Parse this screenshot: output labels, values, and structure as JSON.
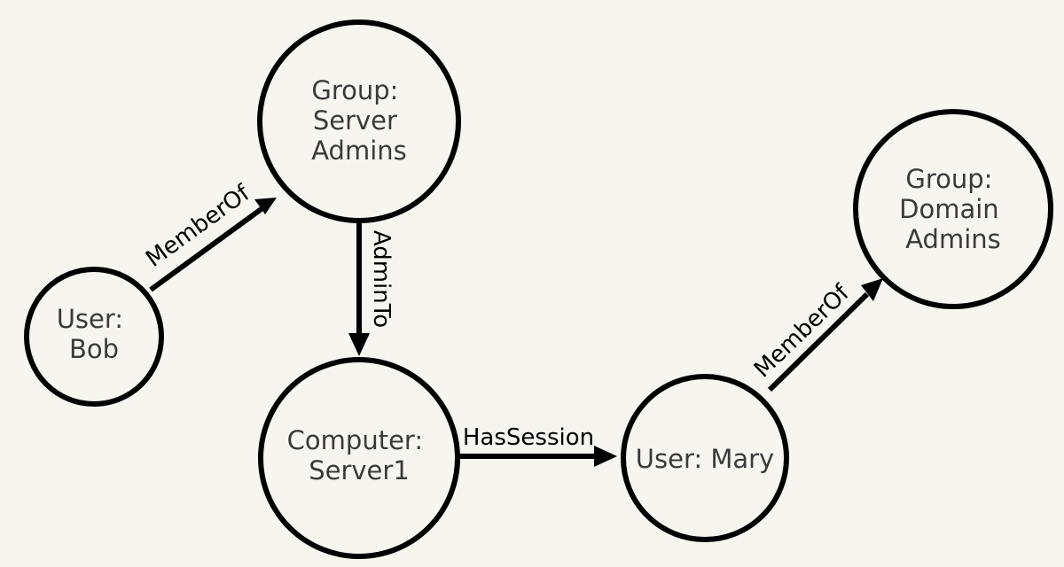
{
  "colors": {
    "background": "#f7f5f0",
    "stroke": "#000000",
    "node_text": "#3a3a3a",
    "edge_text": "#000000"
  },
  "nodes": {
    "bob": {
      "lines": [
        "User:",
        "Bob"
      ]
    },
    "server_admins": {
      "lines": [
        "Group:",
        "Server",
        "Admins"
      ]
    },
    "server1": {
      "lines": [
        "Computer:",
        "Server1"
      ]
    },
    "mary": {
      "lines": [
        "User: Mary"
      ]
    },
    "domain_admins": {
      "lines": [
        "Group:",
        "Domain",
        "Admins"
      ]
    }
  },
  "edges": {
    "bob_to_server_admins": {
      "label": "MemberOf"
    },
    "server_admins_to_server1": {
      "label": "AdminTo"
    },
    "server1_to_mary": {
      "label": "HasSession"
    },
    "mary_to_domain_admins": {
      "label": "MemberOf"
    }
  }
}
